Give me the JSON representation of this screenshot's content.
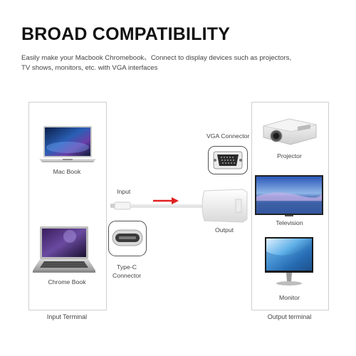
{
  "title": "BROAD COMPATIBILITY",
  "subtitle_line1": "Easily make your Macbook Chromebook、Connect to display devices such as projectors,",
  "subtitle_line2": "TV shows, monitors, etc. with VGA interfaces",
  "input_side": {
    "devices": [
      {
        "label": "Mac Book",
        "icon": "macbook-laptop"
      },
      {
        "label": "Chrome Book",
        "icon": "chromebook-laptop"
      }
    ],
    "terminal_label": "Input Terminal"
  },
  "adapter": {
    "input_label": "Input",
    "output_label": "Output",
    "vga_label": "VGA Connector",
    "typec_label": "Type-C\nConnector",
    "typec_line1": "Type-C",
    "typec_line2": "Connector",
    "arrow_color": "#e02020"
  },
  "output_side": {
    "devices": [
      {
        "label": "Projector",
        "icon": "projector"
      },
      {
        "label": "Television",
        "icon": "television"
      },
      {
        "label": "Monitor",
        "icon": "monitor"
      }
    ],
    "terminal_label": "Output terminal"
  }
}
